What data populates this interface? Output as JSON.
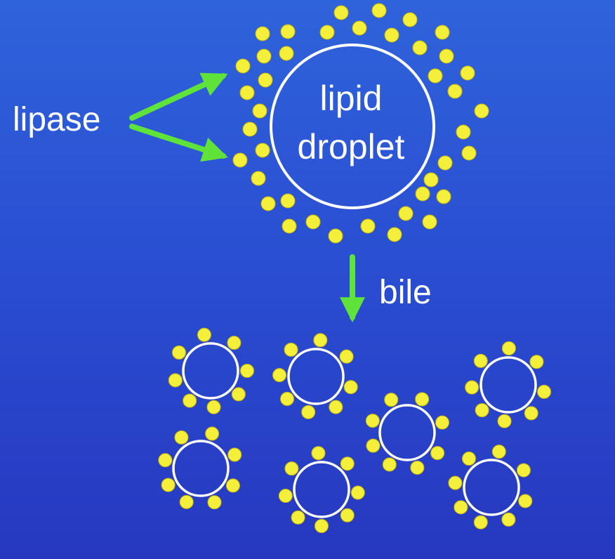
{
  "labels": {
    "lipid_line1": "lipid",
    "lipid_line2": "droplet",
    "lipase": "lipase",
    "bile": "bile"
  },
  "colors": {
    "background_top": "#2f63db",
    "background_bottom": "#2638c0",
    "dot_fill": "#f4ef3b",
    "dot_stroke": "#c9b600",
    "arrow": "#5fe23a",
    "circle_stroke": "#ffffff",
    "text": "#ffffff"
  }
}
